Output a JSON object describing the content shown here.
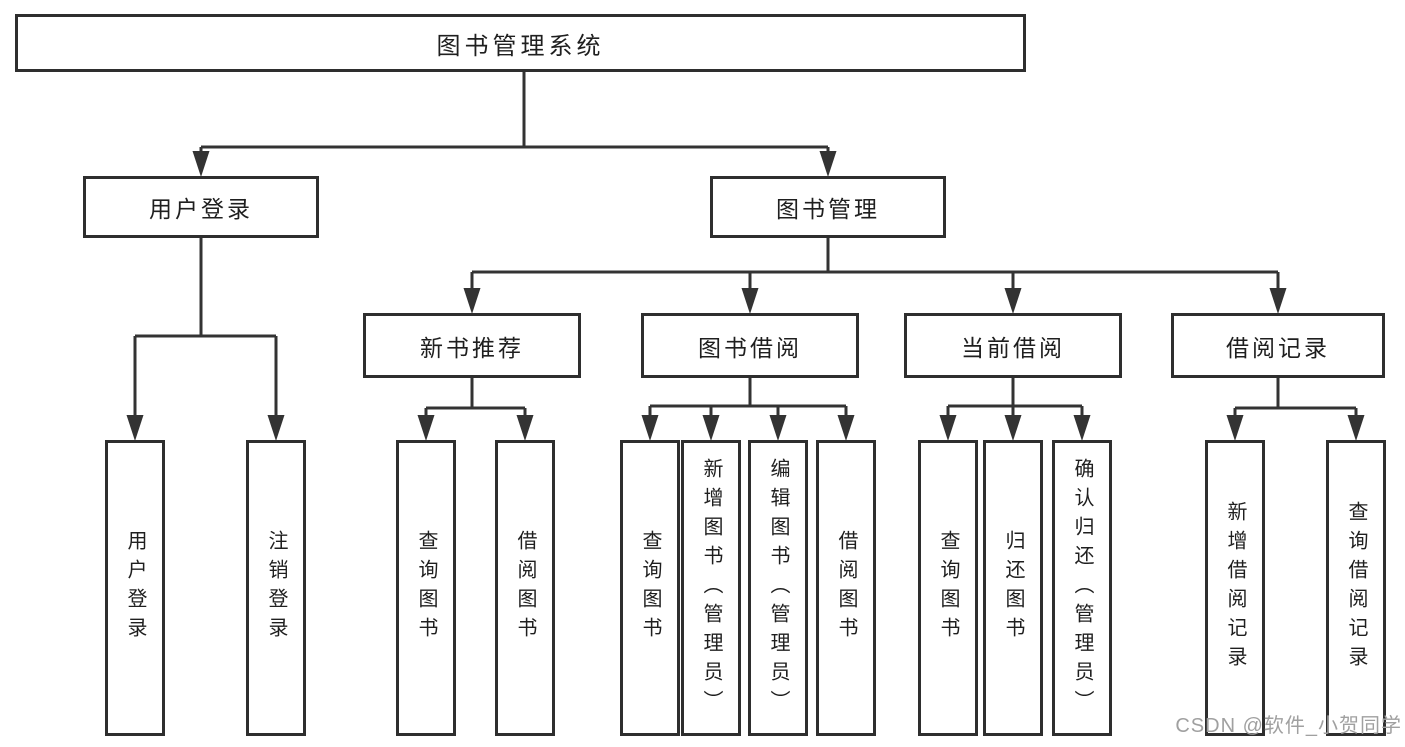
{
  "diagram": {
    "title_node": "图书管理系统",
    "colors": {
      "line": "#333333",
      "box_border": "#2e2e2e",
      "text": "#1f1f1f",
      "watermark": "#a0a0a0",
      "background": "#ffffff"
    },
    "nodes": {
      "root": "图书管理系统",
      "user_login": "用户登录",
      "book_manage": "图书管理",
      "new_book_rec": "新书推荐",
      "book_borrow": "图书借阅",
      "current_borrow": "当前借阅",
      "borrow_record": "借阅记录",
      "ul_login": "用户登录",
      "ul_logout": "注销登录",
      "nr_query": "查询图书",
      "nr_borrow": "借阅图书",
      "bb_query": "查询图书",
      "bb_add": "新增图书（管理员）",
      "bb_edit": "编辑图书（管理员）",
      "bb_borrow": "借阅图书",
      "cb_query": "查询图书",
      "cb_return": "归还图书",
      "cb_confirm": "确认归还（管理员）",
      "br_add": "新增借阅记录",
      "br_query": "查询借阅记录"
    }
  },
  "watermark": {
    "text": "CSDN @软件_小贺同学"
  }
}
